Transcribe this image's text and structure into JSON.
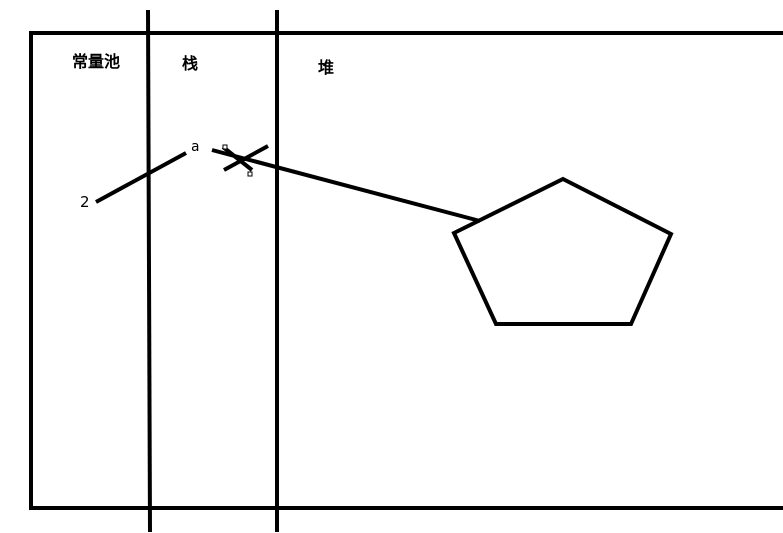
{
  "regions": {
    "constant_pool": "常量池",
    "stack": "栈",
    "heap": "堆"
  },
  "variable": "a",
  "constant_value": "2",
  "colors": {
    "ink": "#000000",
    "background": "#ffffff"
  }
}
